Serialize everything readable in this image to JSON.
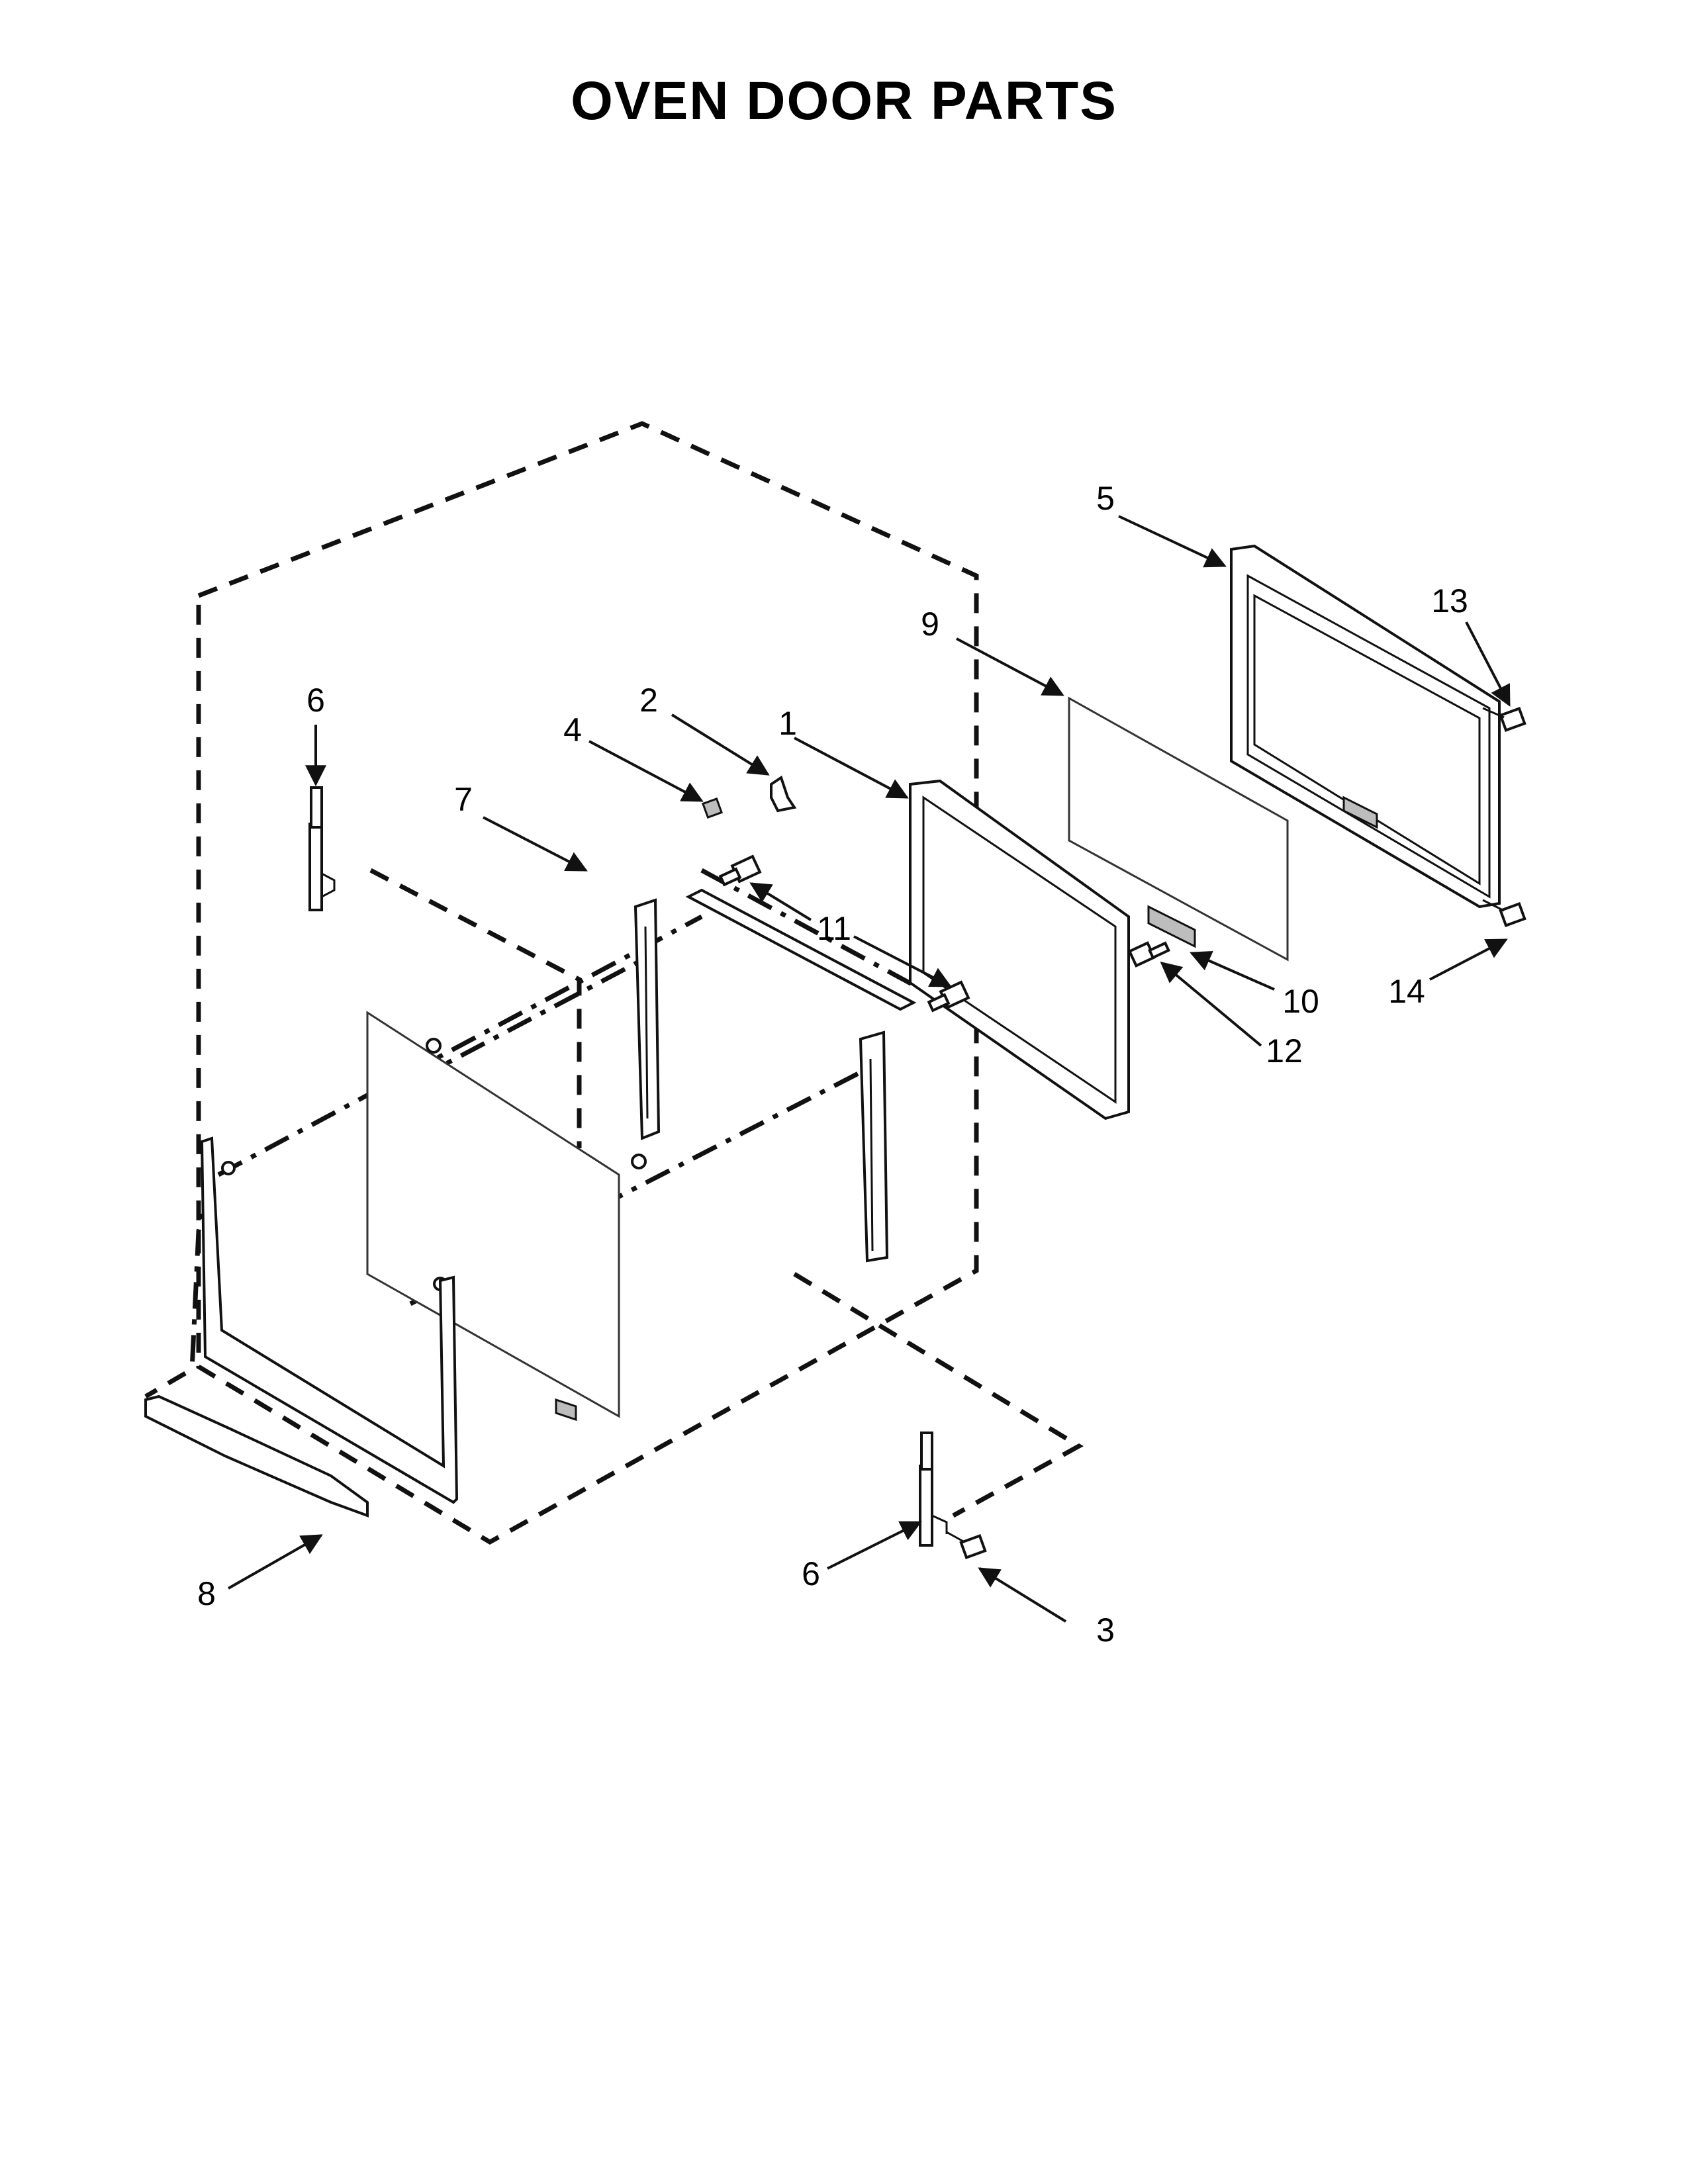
{
  "title": "OVEN DOOR PARTS",
  "callouts": {
    "c1": "1",
    "c2": "2",
    "c3": "3",
    "c4": "4",
    "c5": "5",
    "c6_left": "6",
    "c6_right": "6",
    "c7": "7",
    "c8": "8",
    "c9": "9",
    "c10": "10",
    "c11": "11",
    "c12": "12",
    "c13": "13",
    "c14": "14"
  }
}
